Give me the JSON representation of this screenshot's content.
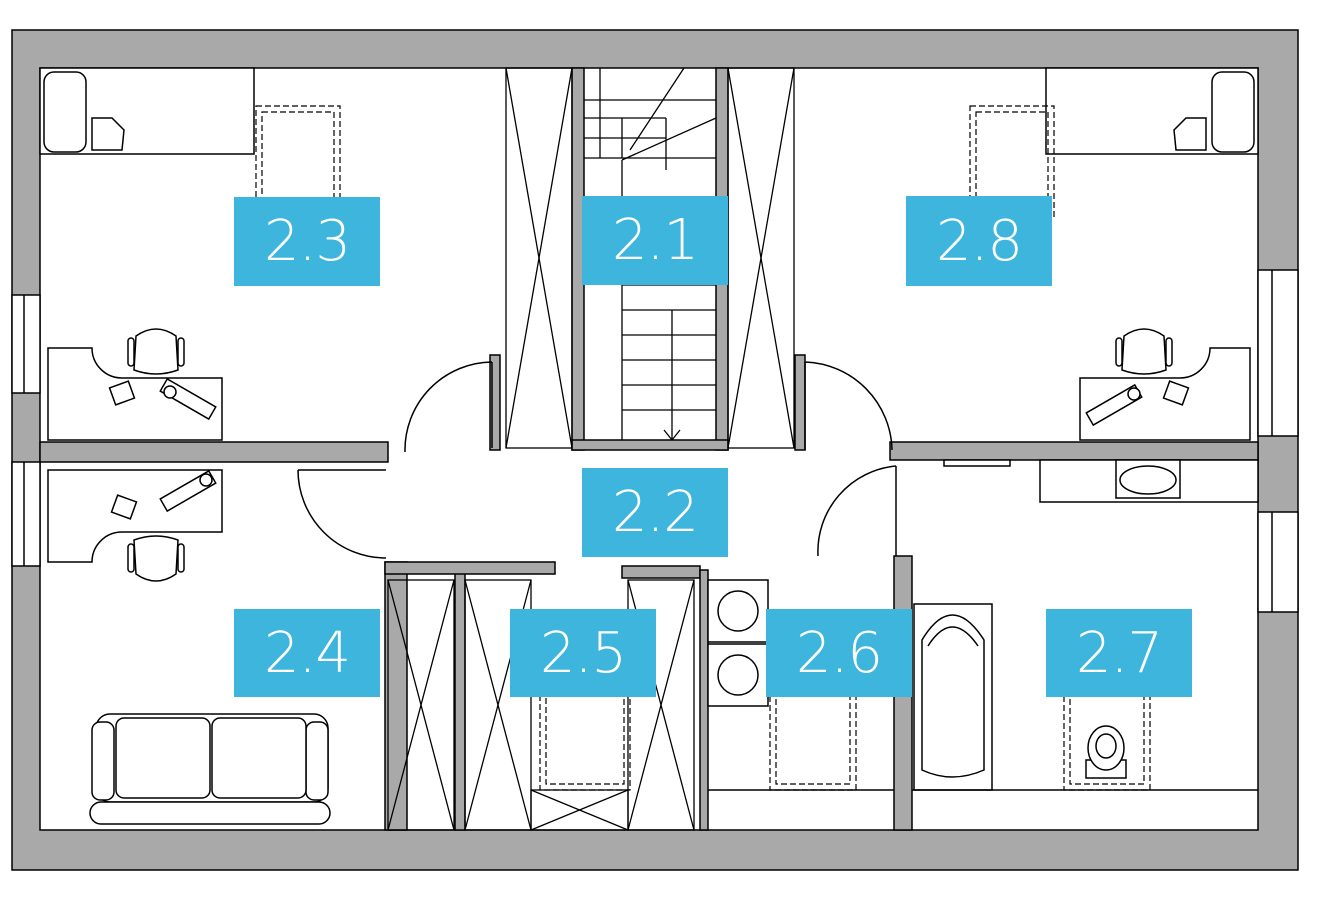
{
  "colors": {
    "wall": "#a9a9a9",
    "line": "#000000",
    "label_bg": "#3db5dc",
    "label_text": "#ffffff",
    "background": "#ffffff"
  },
  "rooms": [
    {
      "id": "2.1",
      "label": "2.1"
    },
    {
      "id": "2.2",
      "label": "2.2"
    },
    {
      "id": "2.3",
      "label": "2.3"
    },
    {
      "id": "2.4",
      "label": "2.4"
    },
    {
      "id": "2.5",
      "label": "2.5"
    },
    {
      "id": "2.6",
      "label": "2.6"
    },
    {
      "id": "2.7",
      "label": "2.7"
    },
    {
      "id": "2.8",
      "label": "2.8"
    }
  ],
  "icons": [
    "bed-icon",
    "desk-icon",
    "chair-icon",
    "telephone-icon",
    "lamp-icon",
    "sofa-icon",
    "wardrobe-icon",
    "staircase-icon",
    "washing-machine-icon",
    "bathtub-icon",
    "sink-icon",
    "toilet-icon",
    "door-icon",
    "window-icon",
    "radiator-icon"
  ]
}
